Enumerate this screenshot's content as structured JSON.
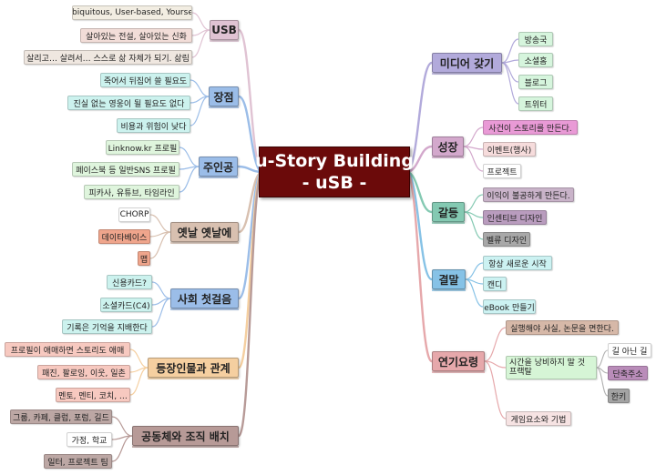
{
  "center": {
    "line1": "u-Story Building",
    "line2": "- uSB -"
  },
  "branches": [
    {
      "label": "USB",
      "color": "#e0c3d3",
      "side": "left",
      "children": [
        {
          "label": "Ubiquitous, User-based, Yourself",
          "color": "#f2ede2"
        },
        {
          "label": "살아있는 전설, 살아있는 신화",
          "color": "#f2ddd8"
        },
        {
          "label": "살리고… 살려서… 스스로 삶 자체가 되기. 삶림",
          "color": "#efe7e0"
        }
      ]
    },
    {
      "label": "장점",
      "color": "#9bbde8",
      "side": "left",
      "children": [
        {
          "label": "죽어서 뒤집어 쓸 필요도",
          "color": "#ccf2ee"
        },
        {
          "label": "진실 없는 영웅이 될 필요도 없다",
          "color": "#ccf2ee"
        },
        {
          "label": "비용과 위험이 낮다",
          "color": "#ccf2ee"
        }
      ]
    },
    {
      "label": "주인공",
      "color": "#9bbde8",
      "side": "left",
      "children": [
        {
          "label": "Linknow.kr 프로필",
          "color": "#dff5dd"
        },
        {
          "label": "페이스북 등 일반SNS 프로필",
          "color": "#dff5dd"
        },
        {
          "label": "피카사, 유튜브, 타임라인",
          "color": "#dff5dd"
        }
      ]
    },
    {
      "label": "옛날 옛날에",
      "color": "#d8c0b0",
      "side": "left",
      "children": [
        {
          "label": "CHORP",
          "color": "#ffffff"
        },
        {
          "label": "데이타베이스",
          "color": "#efa58c"
        },
        {
          "label": "맵",
          "color": "#efa58c"
        }
      ]
    },
    {
      "label": "사회 첫걸음",
      "color": "#9bbde8",
      "side": "left",
      "children": [
        {
          "label": "신용카드?",
          "color": "#ccf2ee"
        },
        {
          "label": "소셜카드(C4)",
          "color": "#ccf2ee"
        },
        {
          "label": "기록은 기억을 지배한다",
          "color": "#ccf2ee"
        }
      ]
    },
    {
      "label": "등장인물과 관계",
      "color": "#f5cfa0",
      "side": "left",
      "children": [
        {
          "label": "프로필이 애매하면 스토리도 애매",
          "color": "#f7c9c0"
        },
        {
          "label": "패진, 팔로잉, 이웃, 일촌",
          "color": "#f7c9c0"
        },
        {
          "label": "멘토, 멘티, 코치, …",
          "color": "#f7c9c0"
        }
      ]
    },
    {
      "label": "공동체와 조직 배치",
      "color": "#b79a97",
      "side": "left",
      "children": [
        {
          "label": "그룹, 카페, 클럽, 포럼, 길드",
          "color": "#bca7a4"
        },
        {
          "label": "가정, 학교",
          "color": "#ffffff"
        },
        {
          "label": "일터, 프로젝트 팀",
          "color": "#bca7a4"
        }
      ]
    },
    {
      "label": "미디어 갖기",
      "color": "#b2aadb",
      "side": "right",
      "children": [
        {
          "label": "방송국",
          "color": "#d6f5dd"
        },
        {
          "label": "소셜홈",
          "color": "#d6f5dd"
        },
        {
          "label": "블로그",
          "color": "#d6f5dd"
        },
        {
          "label": "트위터",
          "color": "#d6f5dd"
        }
      ]
    },
    {
      "label": "성장",
      "color": "#d3a8cc",
      "side": "right",
      "children": [
        {
          "label": "사건이 스토리를 만든다.",
          "color": "#e99ad6"
        },
        {
          "label": "이벤트(행사)",
          "color": "#f6dcdc"
        },
        {
          "label": "프로젝트",
          "color": "#ffffff"
        }
      ]
    },
    {
      "label": "갈등",
      "color": "#84c9b2",
      "side": "right",
      "children": [
        {
          "label": "이익이 불공하게 만든다.",
          "color": "#c9b3c9"
        },
        {
          "label": "인센티브 디자인",
          "color": "#b99cbe"
        },
        {
          "label": "벨류 디자인",
          "color": "#a8a8a8"
        }
      ]
    },
    {
      "label": "결말",
      "color": "#86c2e6",
      "side": "right",
      "children": [
        {
          "label": "항상 새로운 시작",
          "color": "#ccf2f2"
        },
        {
          "label": "캔디",
          "color": "#ccf2f2"
        },
        {
          "label": "eBook 만들기",
          "color": "#ccf2f2"
        }
      ]
    },
    {
      "label": "연기요령",
      "color": "#e6a8ab",
      "side": "right",
      "children": [
        {
          "label": "실행해야 사실, 논문을 면한다.",
          "color": "#d6b8a8"
        },
        {
          "label": "시간을 낭비하지 말 것\n프랙탈",
          "color": "#d6f5d6",
          "children": [
            {
              "label": "길 아닌 길",
              "color": "#ffffff"
            },
            {
              "label": "단축주소",
              "color": "#b98cb9"
            },
            {
              "label": "한키",
              "color": "#a3a3a3"
            }
          ]
        },
        {
          "label": "게임요소와 기법",
          "color": "#f6e3e3"
        }
      ]
    }
  ]
}
